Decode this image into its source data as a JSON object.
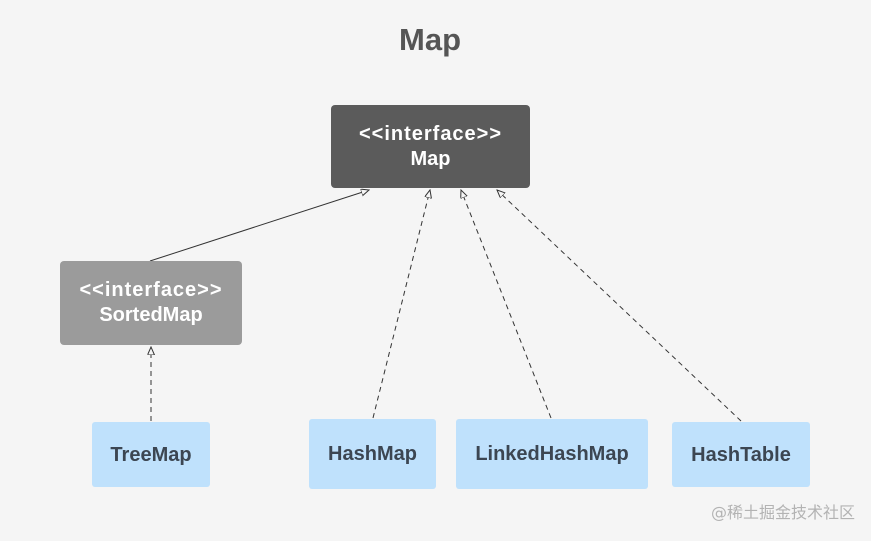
{
  "title": "Map",
  "nodes": [
    {
      "stereotype": "<<interface>>",
      "name": "Map"
    },
    {
      "stereotype": "<<interface>>",
      "name": "SortedMap"
    },
    {
      "name": "TreeMap"
    },
    {
      "name": "HashMap"
    },
    {
      "name": "LinkedHashMap"
    },
    {
      "name": "HashTable"
    }
  ],
  "edges": [
    {
      "from": 1,
      "to": 0,
      "dashed": false
    },
    {
      "from": 2,
      "to": 1,
      "dashed": true
    },
    {
      "from": 3,
      "to": 0,
      "dashed": true
    },
    {
      "from": 4,
      "to": 0,
      "dashed": true
    },
    {
      "from": 5,
      "to": 0,
      "dashed": true
    }
  ],
  "watermark": "@稀土掘金技术社区",
  "colors": {
    "background": "#f5f5f5",
    "interface_dark": "#5b5b5b",
    "interface_light": "#9b9b9b",
    "class_fill": "#bfe1fc",
    "class_text": "#3c4652",
    "title": "#555555",
    "line": "#333333",
    "watermark": "#b3b3b3"
  }
}
